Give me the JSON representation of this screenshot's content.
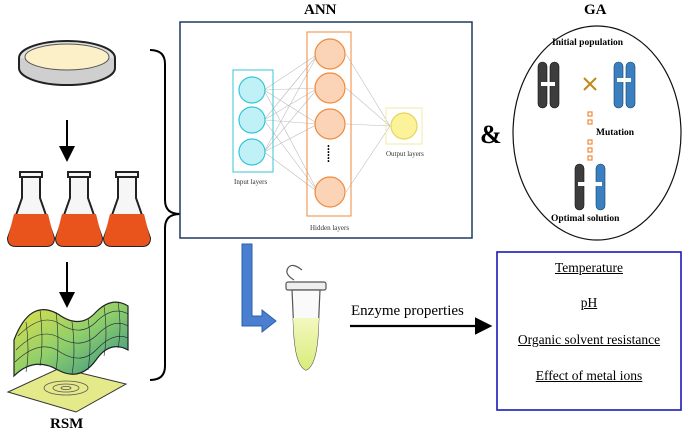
{
  "labels": {
    "ann_title": "ANN",
    "ga_title": "GA",
    "rsm_label": "RSM",
    "ampersand": "&",
    "input_layers": "Input layers",
    "hidden_layers": "Hidden layers",
    "output_layers": "Output layers",
    "initial_population": "Initial population",
    "mutation": "Mutation",
    "optimal_solution": "Optimal solution",
    "enzyme_properties": "Enzyme properties",
    "ellipsis": "......"
  },
  "properties": [
    "Temperature",
    "pH",
    "Organic solvent resistance",
    "Effect of metal ions"
  ],
  "colors": {
    "flask_liquid": "#e8541c",
    "ann_border": "#1f3a5f",
    "input_node": "#bff1f7",
    "input_stroke": "#37c6d6",
    "hidden_node": "#fbd3b6",
    "hidden_stroke": "#f08a3c",
    "output_node": "#fbf29a",
    "chromosome_dark": "#3d3d3d",
    "chromosome_blue": "#3a7fbf",
    "props_border": "#1a1ab8",
    "blue_arrow": "#4a7fd0"
  }
}
